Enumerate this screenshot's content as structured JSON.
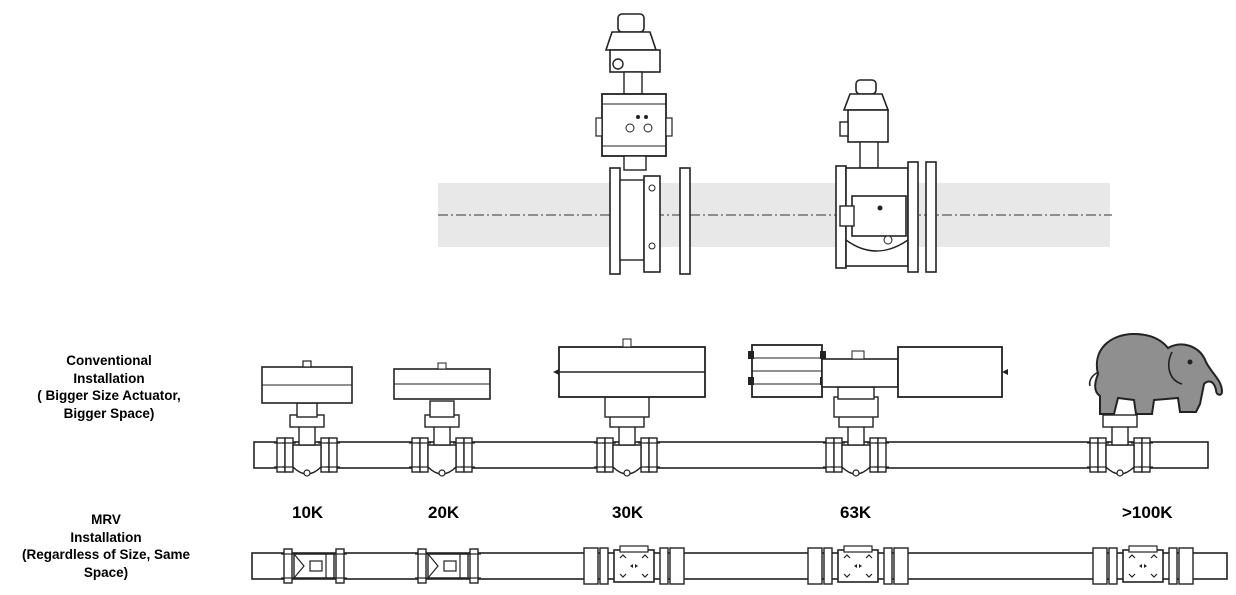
{
  "conventional": {
    "line1": "Conventional",
    "line2": "Installation",
    "line3": "( Bigger Size Actuator,",
    "line4": "Bigger Space)"
  },
  "mrv": {
    "line1": "MRV",
    "line2": "Installation",
    "line3": "(Regardless of  Size, Same",
    "line4": "Space)"
  },
  "sizes": [
    "10K",
    "20K",
    "30K",
    "63K",
    ">100K"
  ],
  "colors": {
    "band": "#e8e8e8",
    "line": "#222222",
    "elephant": "#8f8f8f"
  },
  "icons": [
    "valve-actuator-icon",
    "elephant-icon"
  ]
}
